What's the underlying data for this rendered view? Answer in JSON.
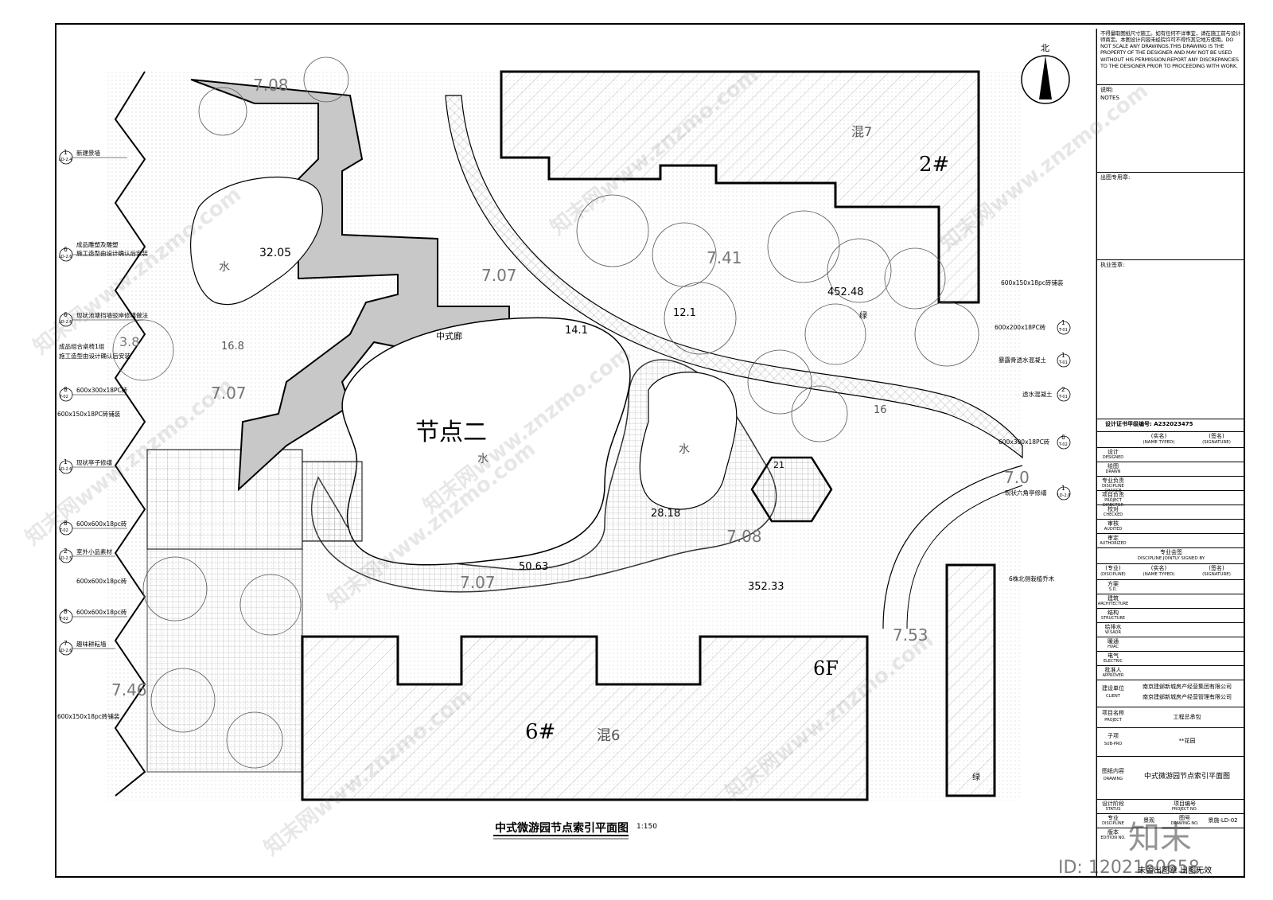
{
  "plan": {
    "title": "中式微游园节点索引平面图",
    "scale": "1:150",
    "node_label": "节点二",
    "pavilion_label": "中式廊",
    "north_label": "北",
    "buildings": {
      "b2": "2#",
      "b2_mat": "混7",
      "b6": "6#",
      "b6_mat": "混6",
      "b6_floors": "6F"
    },
    "water_labels": [
      "水",
      "水",
      "水"
    ],
    "green_label": "绿",
    "green_label2": "绿",
    "elevations": [
      "7.08",
      "7.07",
      "7.41",
      "7.07",
      "7.08",
      "7.07",
      "7.46",
      "7.53",
      "7.0"
    ],
    "areas": [
      "32.05",
      "14.1",
      "12.1",
      "452.48",
      "28.18",
      "50.63",
      "352.33",
      "16.8",
      "3.8",
      "21",
      "16"
    ],
    "left_callouts": [
      {
        "num": "1",
        "sheet": "LD-2.4",
        "text": "新建景墙"
      },
      {
        "num": "6",
        "sheet": "LD-2.6",
        "text": "成品雕塑及雕塑"
      },
      {
        "num": "",
        "sheet": "",
        "text": "施工造型由设计确认后安装"
      },
      {
        "num": "6",
        "sheet": "LD-2.6",
        "text": "现状池塘挡墙驳岸修缮做法"
      },
      {
        "num": "",
        "sheet": "",
        "text": "成品组合桌椅1组"
      },
      {
        "num": "",
        "sheet": "",
        "text": "施工造型由设计确认后安装"
      },
      {
        "num": "8",
        "sheet": "T-02",
        "text": "600x300x18PC砖"
      },
      {
        "num": "",
        "sheet": "",
        "text": "600x150x18PC砖铺装"
      },
      {
        "num": "1",
        "sheet": "LD-2.6",
        "text": "现状亭子修缮"
      },
      {
        "num": "8",
        "sheet": "T-02",
        "text": "600x600x18pc砖"
      },
      {
        "num": "2",
        "sheet": "LD-2.5",
        "text": "室外小品素材"
      },
      {
        "num": "",
        "sheet": "",
        "text": "600x600x18pc砖"
      },
      {
        "num": "8",
        "sheet": "T-02",
        "text": "600x600x18pc砖"
      },
      {
        "num": "7",
        "sheet": "LD-2.6",
        "text": "趣味耕耘墙"
      },
      {
        "num": "",
        "sheet": "",
        "text": "600x150x18pc砖铺装"
      }
    ],
    "right_callouts": [
      {
        "num": "",
        "sheet": "",
        "text": "600x150x18pc砖铺装"
      },
      {
        "num": "1",
        "sheet": "T-01",
        "text": "600x200x18PC砖"
      },
      {
        "num": "1",
        "sheet": "T-01",
        "text": "暴露骨透水混凝土"
      },
      {
        "num": "2",
        "sheet": "T-01",
        "text": "透水混凝土"
      },
      {
        "num": "6",
        "sheet": "T-02",
        "text": "600x300x18PC砖"
      },
      {
        "num": "1",
        "sheet": "LD-2.6",
        "text": "现状六角亭修缮"
      },
      {
        "num": "",
        "sheet": "",
        "text": "6株北侧栽植乔木"
      }
    ],
    "watermarks": [
      "知末网www.znzmo.com",
      "知末网www.znzmo.com",
      "知末网www.znzmo.com",
      "知末网www.znzmo.com",
      "知末网www.znzmo.com",
      "知末网www.znzmo.com",
      "知末网www.znzmo.com",
      "知末网www.znzmo.com"
    ]
  },
  "title_block": {
    "notes": "不得量取图纸尺寸施工。如有任何不详事宜，请在施工前与设计师商定。本图设计内容未经院许可不得作其它地方使用。DO NOT SCALE ANY DRAWINGS.THIS DRAWING IS THE PROPERTY OF THE DESIGNER AND MAY NOT BE USED WITHOUT HIS PERMISSION.REPORT ANY DISCREPANCIES TO THE DESIGNER PRIOR TO PROCEEDING WITH WORK.",
    "notes_label": "说明:",
    "notes_label_en": "NOTES",
    "stamp_label": "出图专用章:",
    "license_label": "执业签章:",
    "cert": "设计证书甲级编号: A232023475",
    "col_name": "(实名)",
    "col_name_en": "(NAME TYPED)",
    "col_sign": "(签名)",
    "col_sign_en": "(SIGNATURE)",
    "roles": [
      {
        "cn": "设计",
        "en": "DESIGNED"
      },
      {
        "cn": "绘图",
        "en": "DRAWN"
      },
      {
        "cn": "专业负责",
        "en": "DISCIPLINE CHARGE"
      },
      {
        "cn": "项目负责",
        "en": "PROJECT DIRECTOR"
      },
      {
        "cn": "校对",
        "en": "CHECKED"
      },
      {
        "cn": "审核",
        "en": "AUDITED"
      },
      {
        "cn": "审定",
        "en": "AUTHORIZED"
      }
    ],
    "joint_title": "专业会签",
    "joint_title_en": "DISCIPLINE JOINTLY SIGNED BY",
    "col_discipline": "(专业)",
    "col_discipline_en": "(DISCIPLINE)",
    "disciplines": [
      {
        "cn": "方案",
        "en": "S.D."
      },
      {
        "cn": "建筑",
        "en": "ARCHITECTURE"
      },
      {
        "cn": "结构",
        "en": "STRUCTURE"
      },
      {
        "cn": "给排水",
        "en": "W.SADR"
      },
      {
        "cn": "暖通",
        "en": "HVAC"
      },
      {
        "cn": "电气",
        "en": "ELECTRIC"
      },
      {
        "cn": "批准人",
        "en": "APPROVER"
      }
    ],
    "client_label": "建设单位",
    "client_label_en": "CLIENT",
    "client_1": "南京建邺新城房产经营集团有限公司",
    "client_2": "南京建邺新城房产经营管理有限公司",
    "project_label": "项目名称",
    "project_label_en": "PROJECT",
    "project": "工程总承包",
    "sub_label": "子项",
    "sub_label_en": "SUB-PRO",
    "sub": "**花园",
    "content_label": "图纸内容",
    "content_label_en": "DRAWING",
    "content": "中式微游园节点索引平面图",
    "status_label": "设计阶段",
    "status_label_en": "STATUS",
    "project_no_label": "项目编号",
    "project_no_label_en": "PROJECT NO.",
    "discipline_label": "专业",
    "discipline_label_en": "DISCIPLINE",
    "discipline": "景观",
    "drawing_no_label": "图号",
    "drawing_no_label_en": "DRAWING NO.",
    "drawing_no": "景施-LD-02",
    "version_label": "版本",
    "version_label_en": "EDITION NO.",
    "footer": "未盖出图章   出图无效"
  },
  "overlay": {
    "logo": "知末",
    "id": "ID: 1202160658"
  },
  "colors": {
    "line": "#000000",
    "paving": "#bdbdbd",
    "hatch": "#8a8a8a",
    "tree": "#555555",
    "watermark": "#9a9a9a"
  }
}
